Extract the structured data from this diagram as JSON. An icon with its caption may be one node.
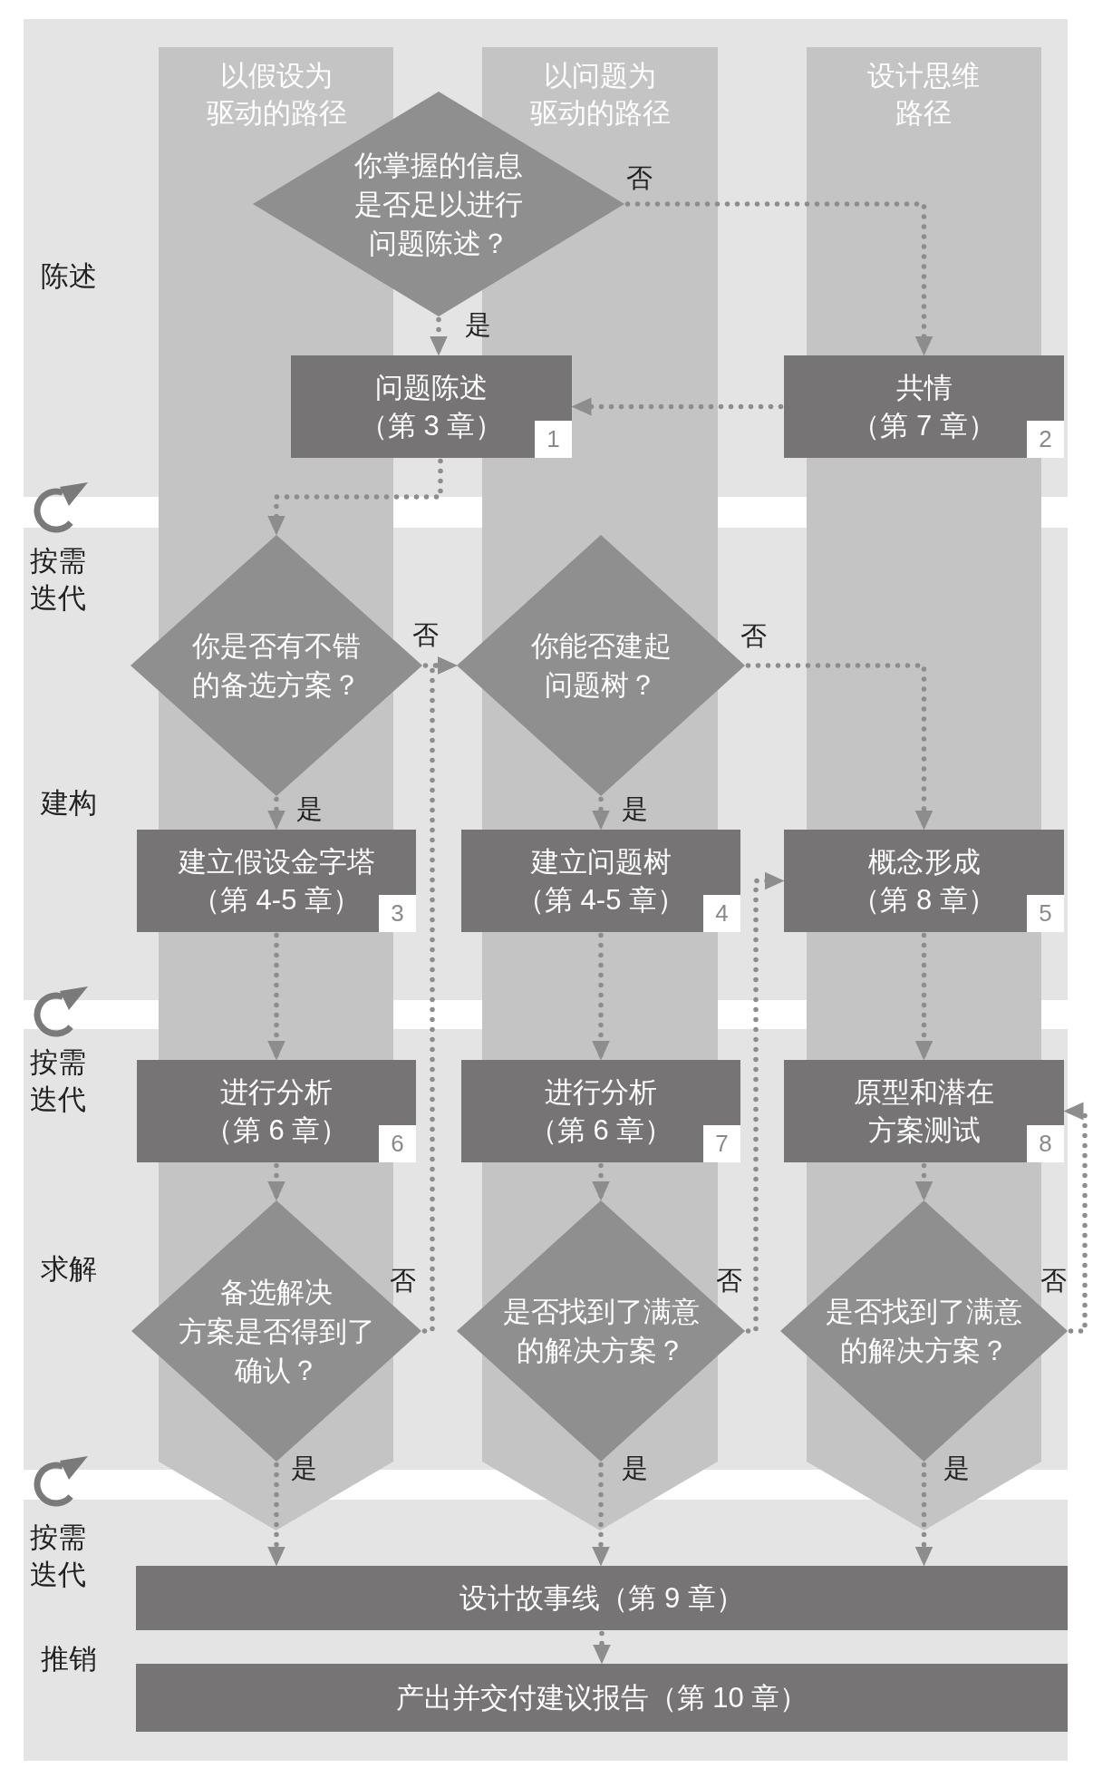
{
  "diagram": {
    "nodes": [
      {
        "text": [
          "你掌握的信息是否足以进行问题陈述？"
        ]
      },
      {
        "text": [
          "问题陈述",
          "（第 3 章）",
          "1"
        ]
      },
      {
        "text": [
          "共情",
          "（第 7 章）",
          "2"
        ]
      },
      {
        "text": [
          "你是否有不错的备选方案？"
        ]
      },
      {
        "text": [
          "你能否建起问题树？"
        ]
      },
      {
        "text": [
          "建立假设金字塔",
          "（第 4-5 章）",
          "3"
        ]
      },
      {
        "text": [
          "建立问题树",
          "（第 4-5 章）",
          "4"
        ]
      },
      {
        "text": [
          "概念形成",
          "（第 8 章）",
          "5"
        ]
      },
      {
        "text": [
          "进行分析",
          "（第 6 章）",
          "6"
        ]
      },
      {
        "text": [
          "进行分析",
          "（第 6 章）",
          "7"
        ]
      },
      {
        "text": [
          "原型和潜在方案测试",
          "8"
        ]
      },
      {
        "text": [
          "备选解决方案是否得到了确认？"
        ]
      },
      {
        "text": [
          "是否找到了满意的解决方案？"
        ]
      },
      {
        "text": [
          "是否找到了满意的解决方案？"
        ]
      },
      {
        "text": [
          "设计故事线（第 9 章）"
        ]
      },
      {
        "text": [
          "产出并交付建议报告（第 10 章）"
        ]
      }
    ],
    "edges": [
      {
        "from": 0,
        "to": 1,
        "arrow": "to",
        "label": "是"
      },
      {
        "from": 0,
        "to": 2,
        "arrow": "to",
        "label": "否"
      },
      {
        "from": 2,
        "to": 1,
        "arrow": "to"
      },
      {
        "from": 1,
        "to": 3,
        "arrow": "to"
      },
      {
        "from": 3,
        "to": 5,
        "arrow": "to",
        "label": "是"
      },
      {
        "from": 3,
        "to": 4,
        "arrow": "to",
        "label": "否"
      },
      {
        "from": 4,
        "to": 6,
        "arrow": "to",
        "label": "是"
      },
      {
        "from": 4,
        "to": 7,
        "arrow": "to",
        "label": "否"
      },
      {
        "from": 5,
        "to": 8,
        "arrow": "to"
      },
      {
        "from": 6,
        "to": 9,
        "arrow": "to"
      },
      {
        "from": 7,
        "to": 10,
        "arrow": "to"
      },
      {
        "from": 8,
        "to": 11,
        "arrow": "to"
      },
      {
        "from": 9,
        "to": 12,
        "arrow": "to"
      },
      {
        "from": 10,
        "to": 13,
        "arrow": "to"
      },
      {
        "from": 11,
        "to": 14,
        "arrow": "to",
        "label": "是"
      },
      {
        "from": 11,
        "to": 4,
        "arrow": "to",
        "label": "否"
      },
      {
        "from": 12,
        "to": 14,
        "arrow": "to",
        "label": "是"
      },
      {
        "from": 12,
        "to": 7,
        "arrow": "to",
        "label": "否"
      },
      {
        "from": 13,
        "to": 14,
        "arrow": "to",
        "label": "是"
      },
      {
        "from": 13,
        "to": 10,
        "arrow": "to",
        "label": "否"
      },
      {
        "from": 14,
        "to": 15,
        "arrow": "to"
      }
    ],
    "labels": [
      "以假设为驱动的路径",
      "以问题为驱动的路径",
      "设计思维路径",
      "陈述",
      "按需迭代",
      "建构",
      "按需迭代",
      "求解",
      "按需迭代",
      "推销"
    ]
  }
}
